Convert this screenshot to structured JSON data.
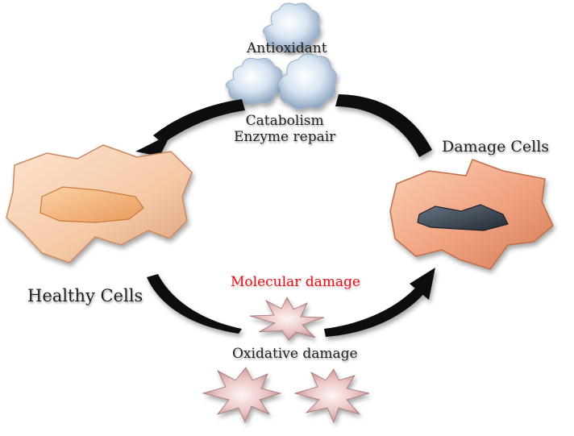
{
  "labels": {
    "antioxidant": "Antioxidant",
    "catabolism": "Catabolism",
    "enzyme_repair": "Enzyme repair",
    "damage_cells": "Damage Cells",
    "healthy_cells": "Healthy Cells",
    "molecular_damage": "Molecular damage",
    "oxidative_damage": "Oxidative damage"
  },
  "colors": {
    "healthy_cell": "#f5c9a6",
    "healthy_nucleus": "#f6b57c",
    "damaged_cell": "#f0a27f",
    "damaged_nucleus": "#3d4653",
    "antioxidant": "#d6e4f2",
    "radical": "#e9c1c1",
    "arrow": "#111111",
    "highlight_text": "#e0141e"
  },
  "icons": {
    "antioxidant": "cloud-molecule-icon",
    "radical": "spiky-radical-icon"
  }
}
